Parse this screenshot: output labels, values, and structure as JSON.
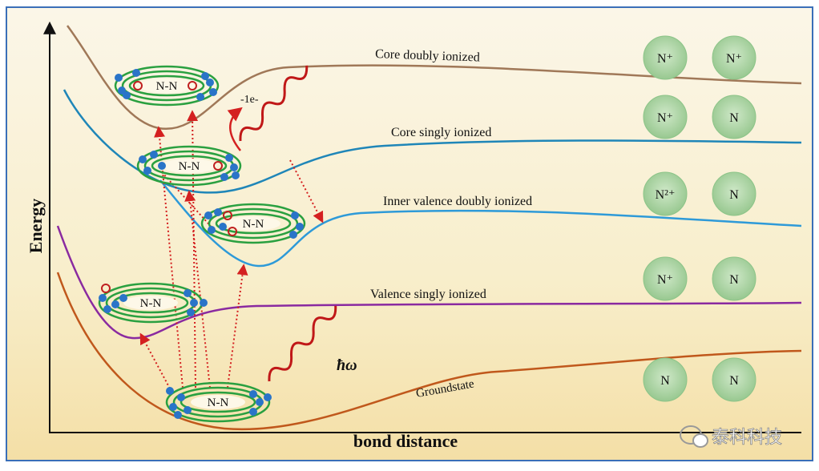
{
  "axes": {
    "y_label": "Energy",
    "x_label": "bond distance"
  },
  "curves": [
    {
      "label": "Core doubly ionized",
      "color": "#a07858"
    },
    {
      "label": "Core singly ionized",
      "color": "#1f86b8"
    },
    {
      "label": "Inner valence doubly ionized",
      "color": "#2e9ad8"
    },
    {
      "label": "Valence singly ionized",
      "color": "#8a2aa0"
    },
    {
      "label": "Groundstate",
      "color": "#c0581c"
    }
  ],
  "molecule_label": "N-N",
  "photon_label": "ħω",
  "ejected_electron_label": "-1e-",
  "fragments": [
    {
      "left": "N⁺",
      "right": "N⁺"
    },
    {
      "left": "N⁺",
      "right": "N"
    },
    {
      "left": "N²⁺",
      "right": "N"
    },
    {
      "left": "N⁺",
      "right": "N"
    },
    {
      "left": "N",
      "right": "N"
    }
  ],
  "watermark": "泰科科技",
  "colors": {
    "electron": "#2a74c8",
    "hole": "#c02020",
    "orbit": "#2aa040",
    "transition_arrow": "#d42020",
    "photon": "#c01818",
    "fragment_fill": "#a8d4a0"
  }
}
